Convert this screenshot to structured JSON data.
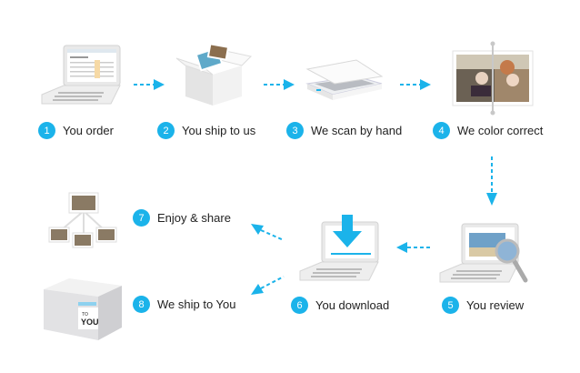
{
  "accent": "#1bb3ea",
  "steps": [
    {
      "n": "1",
      "label": "You order",
      "icon": "laptop-order-icon"
    },
    {
      "n": "2",
      "label": "You ship to us",
      "icon": "open-box-icon"
    },
    {
      "n": "3",
      "label": "We scan by hand",
      "icon": "scanner-icon"
    },
    {
      "n": "4",
      "label": "We color correct",
      "icon": "photo-compare-icon"
    },
    {
      "n": "5",
      "label": "You review",
      "icon": "laptop-review-icon"
    },
    {
      "n": "6",
      "label": "You download",
      "icon": "laptop-download-icon"
    },
    {
      "n": "7",
      "label": "Enjoy & share",
      "icon": "share-photos-icon"
    },
    {
      "n": "8",
      "label": "We ship to You",
      "icon": "shipping-box-icon"
    }
  ],
  "box_label": {
    "top": "TO",
    "bottom": "YOU"
  }
}
